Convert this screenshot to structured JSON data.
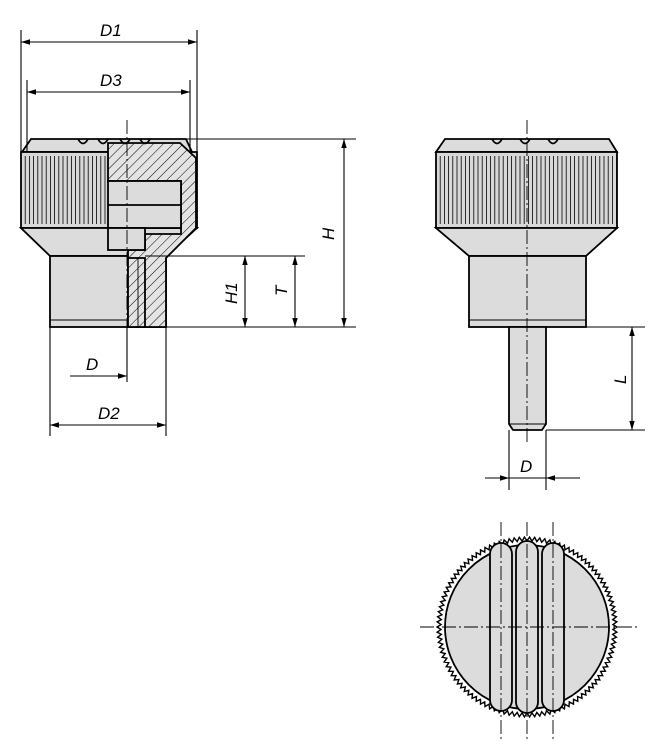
{
  "labels": {
    "d1": "D1",
    "d3": "D3",
    "h": "H",
    "h1": "H1",
    "t": "T",
    "d_left": "D",
    "d2": "D2",
    "l": "L",
    "d_right": "D"
  },
  "icons": {
    "part": "knurled-knob"
  }
}
